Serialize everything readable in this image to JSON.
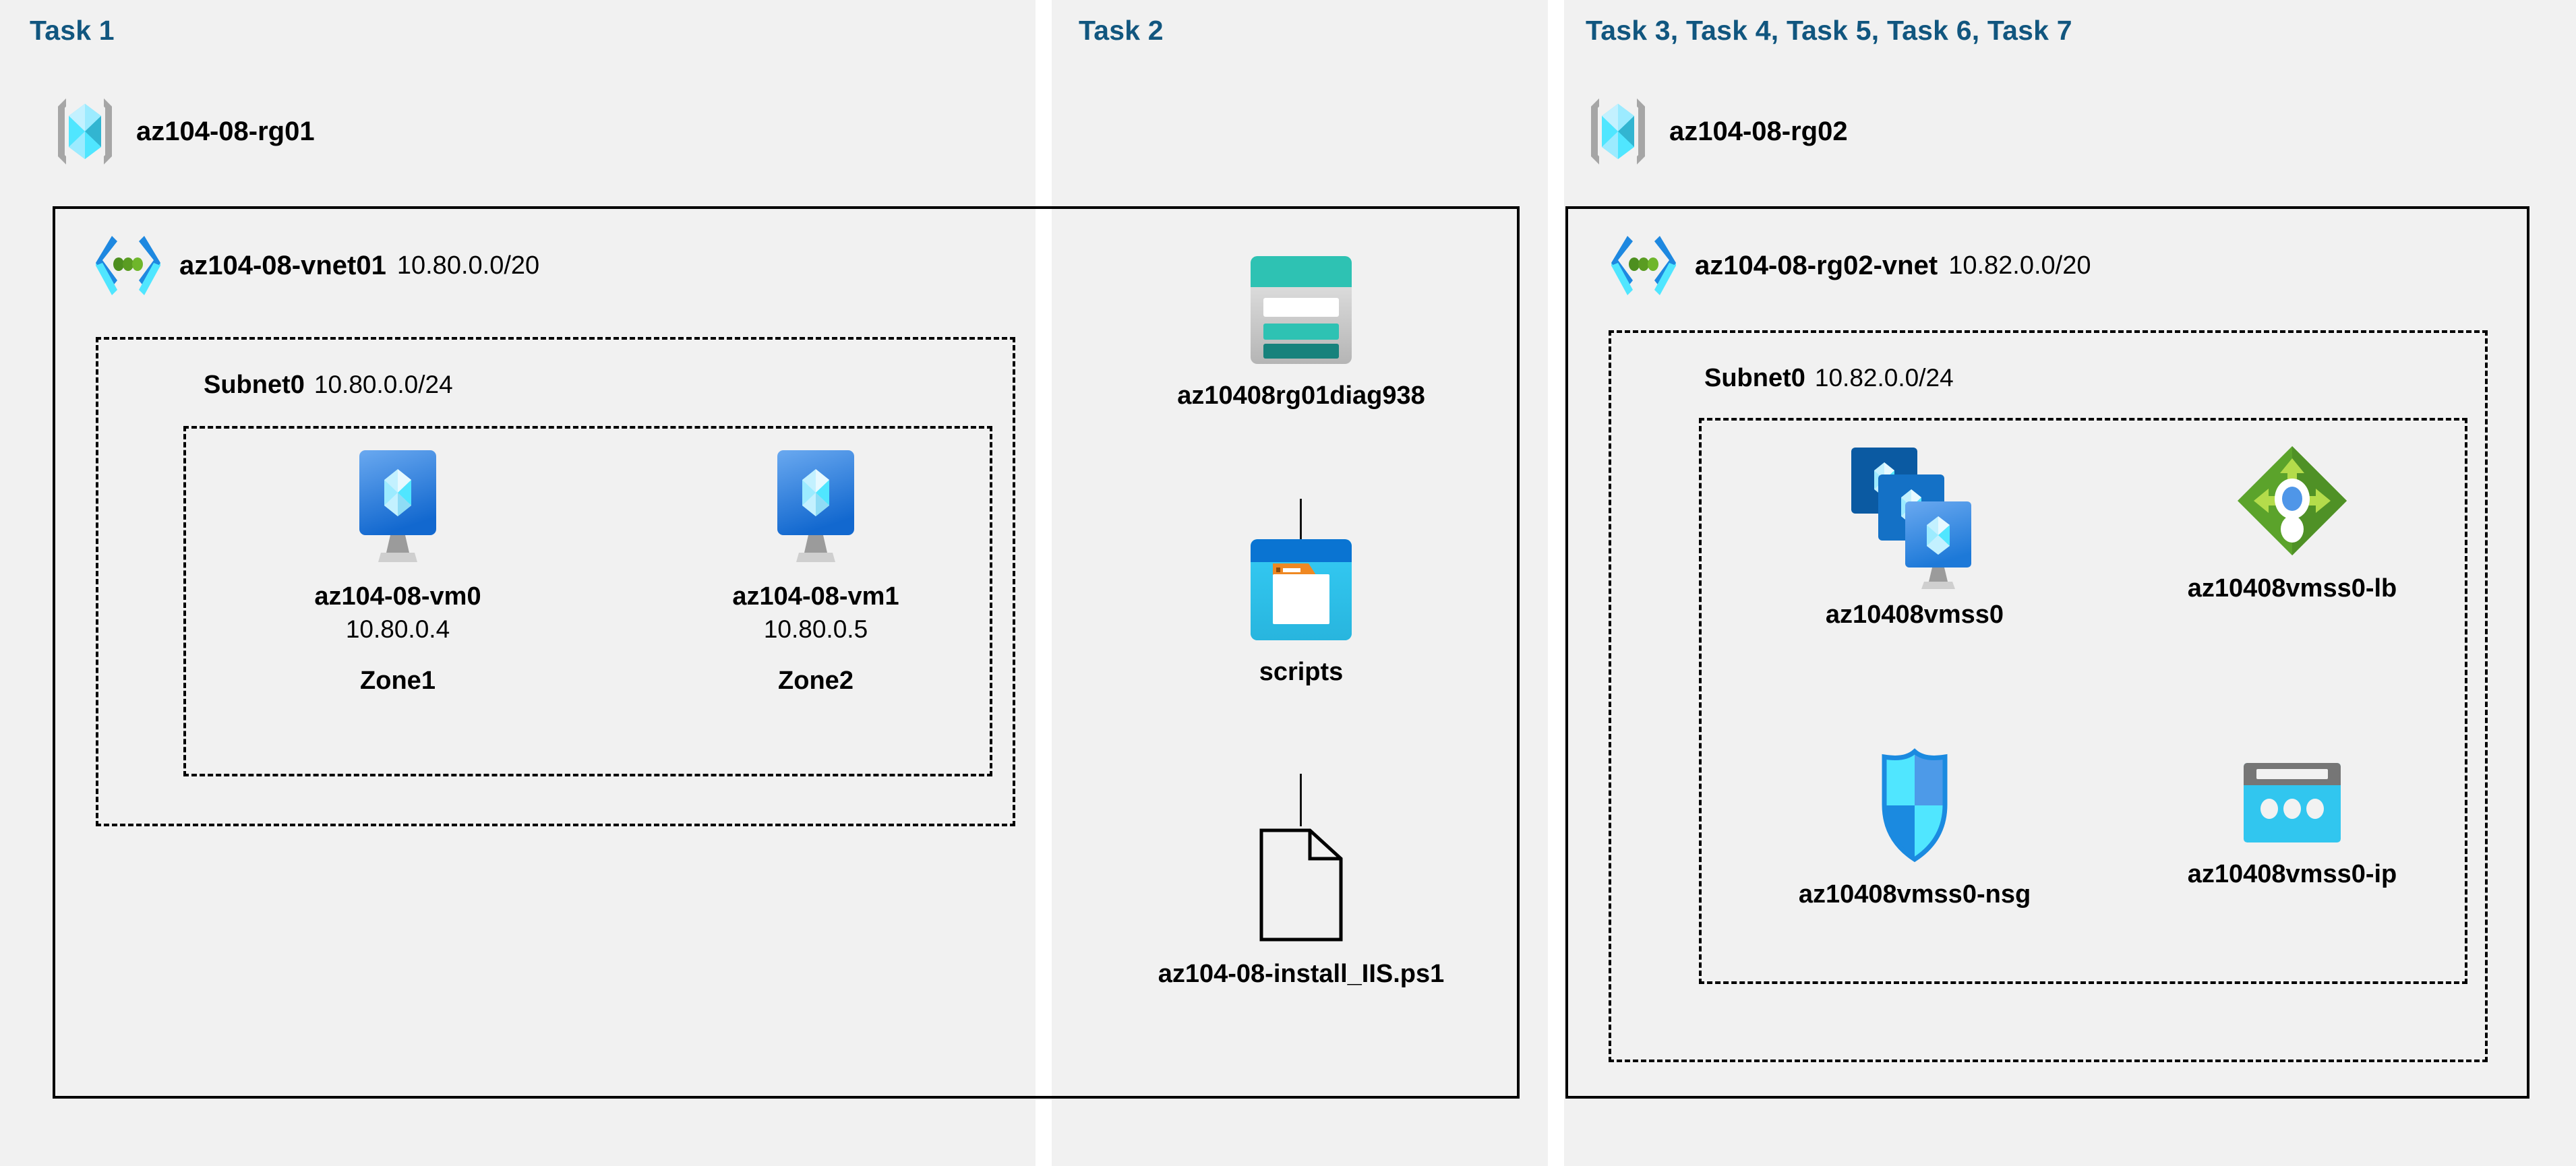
{
  "panels": [
    {
      "id": "task1",
      "header": "Task 1"
    },
    {
      "id": "task2",
      "header": "Task 2"
    },
    {
      "id": "task3",
      "header": "Task 3, Task 4, Task 5, Task 6, Task 7"
    }
  ],
  "colors": {
    "task_header": "#11567f",
    "panel_background": "#f1f1f1",
    "page_background": "#ffffff",
    "border": "#000000",
    "vm_blue": "#2f7ddb",
    "vmss_dark_blue": "#0b5aa2",
    "storage_teal": "#2ec2b3",
    "container_cyan": "#32c7ef",
    "container_header_blue": "#0a74d2",
    "container_tab_orange": "#ef8822",
    "loadbalancer_green": "#5ba32b",
    "loadbalancer_arrow_green": "#b4dc4b",
    "loadbalancer_dot_blue": "#4f96e8",
    "nsg_blue": "#31c6ef",
    "publicip_cyan": "#31c6ef",
    "publicip_header_gray": "#767676"
  },
  "task1": {
    "resource_group": {
      "name": "az104-08-rg01",
      "icon": "resource-group-icon"
    },
    "vnet": {
      "name": "az104-08-vnet01",
      "cidr": "10.80.0.0/20",
      "icon": "virtual-network-icon"
    },
    "subnet": {
      "name": "Subnet0",
      "cidr": "10.80.0.0/24"
    },
    "vms": [
      {
        "name": "az104-08-vm0",
        "ip": "10.80.0.4",
        "zone": "Zone1",
        "icon": "virtual-machine-icon"
      },
      {
        "name": "az104-08-vm1",
        "ip": "10.80.0.5",
        "zone": "Zone2",
        "icon": "virtual-machine-icon"
      }
    ]
  },
  "task2": {
    "storage_account": {
      "name": "az10408rg01diag938",
      "icon": "storage-account-icon"
    },
    "container": {
      "name": "scripts",
      "icon": "blob-container-icon"
    },
    "script_file": {
      "name": "az104-08-install_IIS.ps1",
      "icon": "file-document-icon"
    }
  },
  "task3": {
    "resource_group": {
      "name": "az104-08-rg02",
      "icon": "resource-group-icon"
    },
    "vnet": {
      "name": "az104-08-rg02-vnet",
      "cidr": "10.82.0.0/20",
      "icon": "virtual-network-icon"
    },
    "subnet": {
      "name": "Subnet0",
      "cidr": "10.82.0.0/24"
    },
    "resources": [
      {
        "name": "az10408vmss0",
        "icon": "vm-scale-set-icon"
      },
      {
        "name": "az10408vmss0-lb",
        "icon": "load-balancer-icon"
      },
      {
        "name": "az10408vmss0-nsg",
        "icon": "network-security-group-icon"
      },
      {
        "name": "az10408vmss0-ip",
        "icon": "public-ip-address-icon"
      }
    ]
  }
}
